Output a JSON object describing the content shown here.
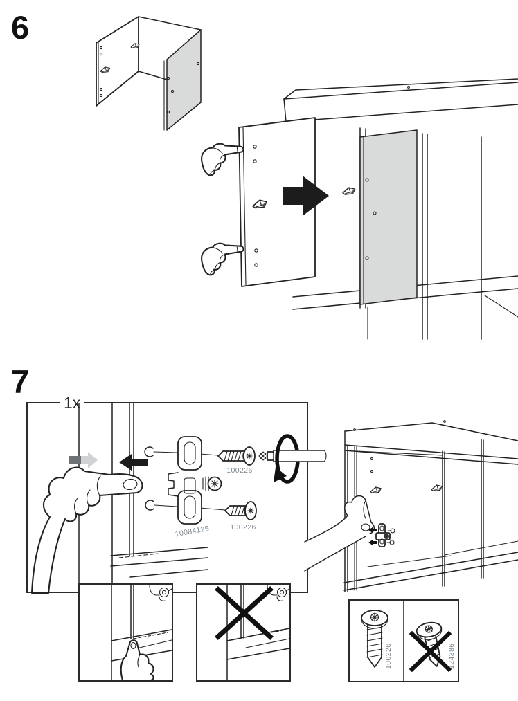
{
  "doc": {
    "kind": "furniture-assembly-instructions-page"
  },
  "colors": {
    "line": "#232323",
    "panel_gray": "#d9dbdb",
    "label_gray": "#7d8791",
    "arrow_black": "#1c1c1c",
    "arrow_light_gray": "#d0d2d3",
    "arrow_dark_gray": "#6e7274"
  },
  "step6": {
    "number": "6"
  },
  "step7": {
    "number": "7",
    "quantity": "1x",
    "plate_part": "10084125",
    "screw_part_top": "100226",
    "screw_part_bottom": "100226"
  },
  "parts_key": {
    "approved_screw": "100226",
    "forbidden_screw": "124386"
  }
}
